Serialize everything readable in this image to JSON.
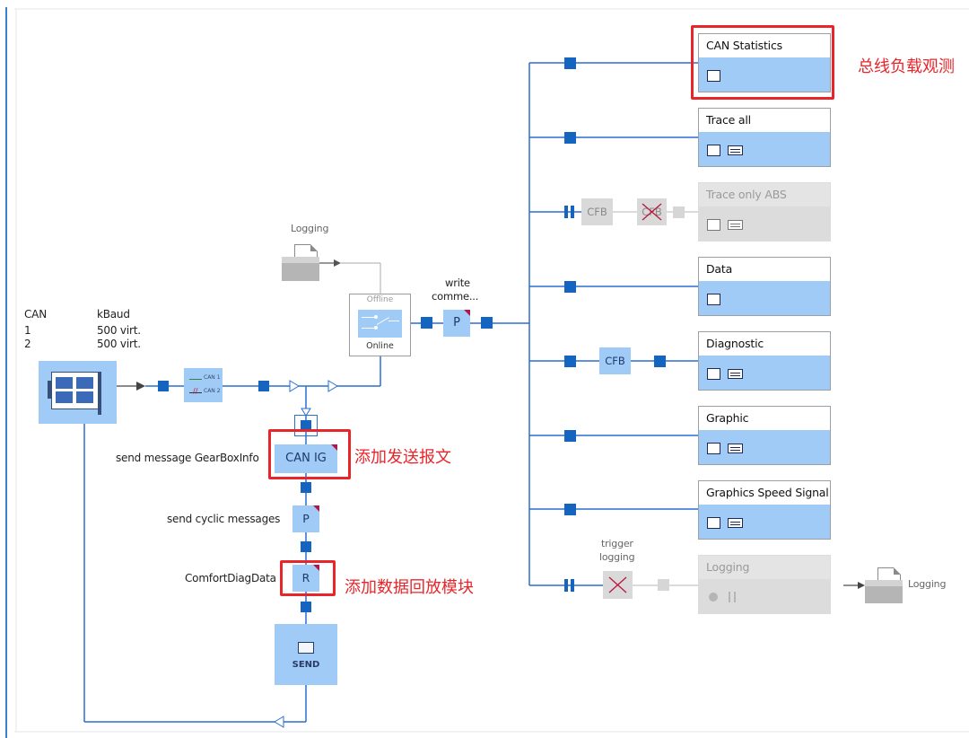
{
  "hardware": {
    "col1_header": "CAN",
    "col2_header": "kBaud",
    "rows": [
      {
        "channel": "1",
        "baud": "500 virt."
      },
      {
        "channel": "2",
        "baud": "500 virt."
      }
    ]
  },
  "channel_filter": {
    "can1": "CAN 1",
    "can2": "CAN 2"
  },
  "logging_source": {
    "label": "Logging"
  },
  "online_switch": {
    "offline": "Offline",
    "online": "Online"
  },
  "write_block": {
    "label_line1": "write",
    "label_line2": "comme...",
    "block": "P"
  },
  "windows": [
    {
      "title": "CAN Statistics",
      "icons": [
        "statistics-icon"
      ],
      "enabled": true
    },
    {
      "title": "Trace all",
      "icons": [
        "trace-icon",
        "options-icon"
      ],
      "enabled": true
    },
    {
      "title": "Trace only ABS",
      "icons": [
        "trace-icon",
        "options-icon"
      ],
      "enabled": false
    },
    {
      "title": "Data",
      "icons": [
        "data-icon"
      ],
      "enabled": true
    },
    {
      "title": "Diagnostic",
      "icons": [
        "trace-icon",
        "options-icon"
      ],
      "enabled": true
    },
    {
      "title": "Graphic",
      "icons": [
        "graphic-icon",
        "options-icon"
      ],
      "enabled": true
    },
    {
      "title": "Graphics Speed Signal",
      "icons": [
        "graphic-icon",
        "options-icon"
      ],
      "enabled": true
    },
    {
      "title": "Logging",
      "icons": [
        "record-icon",
        "pause-icon"
      ],
      "enabled": false
    }
  ],
  "filters": {
    "cfb_disabled_1": "CFB",
    "cfb_disabled_2": "CFB",
    "cfb_diagnostic": "CFB"
  },
  "trigger": {
    "label_line1": "trigger",
    "label_line2": "logging"
  },
  "logging_output": {
    "label": "Logging"
  },
  "sim": {
    "canig_label": "send message GearBoxInfo",
    "canig_block": "CAN IG",
    "cyclic_label": "send cyclic messages",
    "cyclic_block": "P",
    "replay_label": "ComfortDiagData",
    "replay_block": "R",
    "send_block": "SEND"
  },
  "annotations": {
    "bus_load": "总线负载观测",
    "add_send": "添加发送报文",
    "add_replay": "添加数据回放模块"
  },
  "colors": {
    "line": "#2b6fd0",
    "node": "#1565c0",
    "block": "#9fcbf6",
    "annotation": "#e8262a"
  }
}
